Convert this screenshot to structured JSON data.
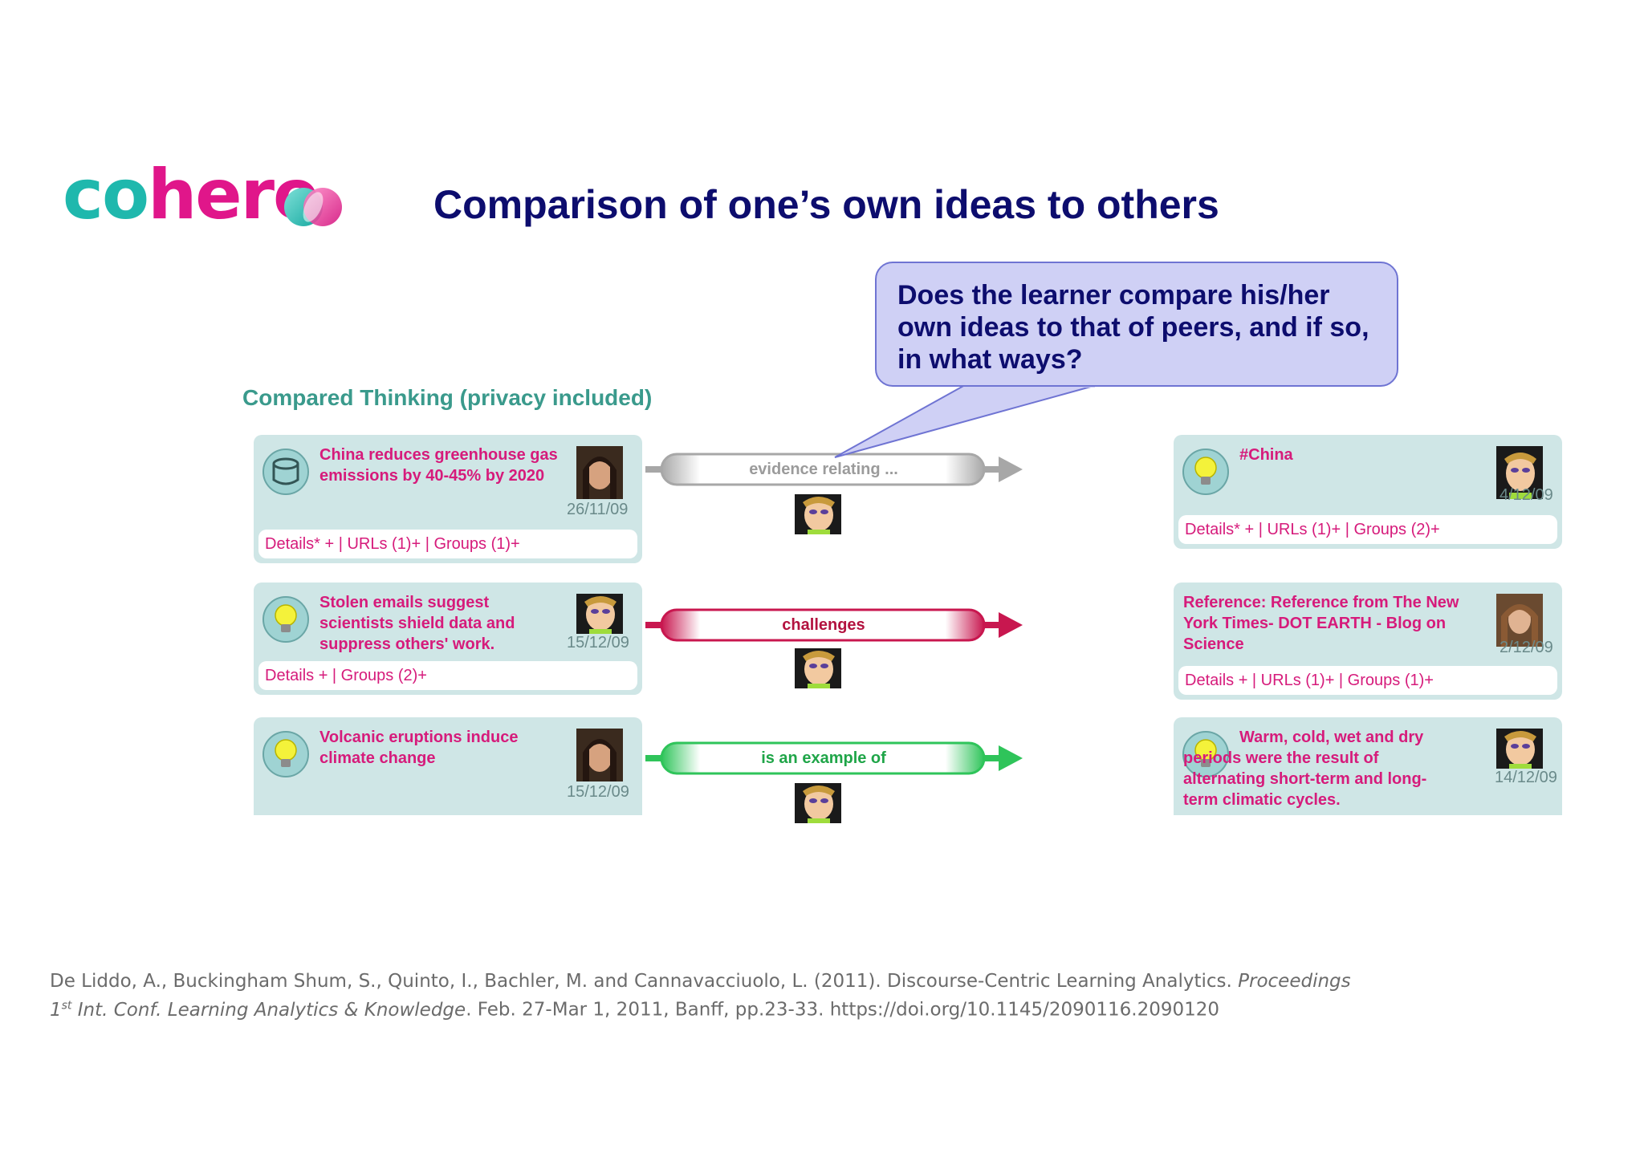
{
  "logo": {
    "part1": "co",
    "part2": "here"
  },
  "slide": {
    "title": "Comparison of one’s own ideas to others"
  },
  "callout": {
    "text": "Does the learner compare his/her own ideas to that of peers, and if so, in what ways?"
  },
  "screenshot": {
    "section_title": "Compared Thinking (privacy included)",
    "rows": [
      {
        "left": {
          "icon": "data-icon",
          "title": "China reduces greenhouse gas emissions by 40-45% by 2020",
          "date": "26/11/09",
          "footer": "Details* + | URLs (1)+ | Groups (1)+"
        },
        "connector": {
          "label": "evidence relating ...",
          "color": "#a7a7a7"
        },
        "right": {
          "icon": "lightbulb-icon",
          "title": "#China",
          "date": "4/12/09",
          "footer": "Details* + | URLs (1)+ | Groups (2)+"
        }
      },
      {
        "left": {
          "icon": "lightbulb-icon",
          "title": "Stolen emails suggest scientists shield data and suppress others' work.",
          "date": "15/12/09",
          "footer": "Details + | Groups (2)+"
        },
        "connector": {
          "label": "challenges",
          "color": "#c8174f"
        },
        "right": {
          "icon": "",
          "title": "Reference: Reference from The New York Times- DOT EARTH - Blog on Science",
          "date": "2/12/09",
          "footer": "Details + | URLs (1)+ | Groups (1)+"
        }
      },
      {
        "left": {
          "icon": "lightbulb-icon",
          "title": "Volcanic eruptions induce climate change",
          "date": "15/12/09",
          "footer": ""
        },
        "connector": {
          "label": "is an example of",
          "color": "#2fc45a"
        },
        "right": {
          "icon": "lightbulb-icon",
          "title": "Warm, cold, wet and dry periods were the result of alternating short-term and long-term climatic cycles.",
          "date": "14/12/09",
          "footer": ""
        }
      }
    ]
  },
  "citation": {
    "line1_plain": "De Liddo, A., Buckingham Shum, S., Quinto, I., Bachler, M. and Cannavacciuolo, L. (2011). Discourse-Centric Learning Analytics. ",
    "line1_italic": "Proceedings",
    "line2_num": "1",
    "line2_sup": "st",
    "line2_italic": " Int. Conf. Learning Analytics & Knowledge",
    "line2_plain": ". Feb. 27-Mar 1, 2011, Banff, pp.23-33. https://doi.org/10.1145/2090116.2090120"
  }
}
